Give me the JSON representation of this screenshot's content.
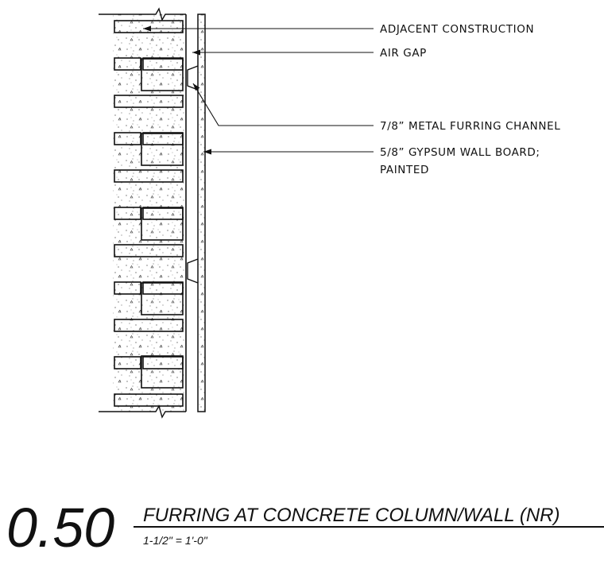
{
  "callouts": [
    {
      "id": "adjacent",
      "text": "ADJACENT CONSTRUCTION"
    },
    {
      "id": "airgap",
      "text": "AIR GAP"
    },
    {
      "id": "furring",
      "text": "7/8” METAL FURRING CHANNEL"
    },
    {
      "id": "gypsum_l1",
      "text": "5/8” GYPSUM WALL BOARD;"
    },
    {
      "id": "gypsum_l2",
      "text": "PAINTED"
    }
  ],
  "detail": {
    "number": "0.50",
    "title": "FURRING AT CONCRETE COLUMN/WALL (NR)",
    "scale": "1-1/2\" = 1'-0\""
  }
}
